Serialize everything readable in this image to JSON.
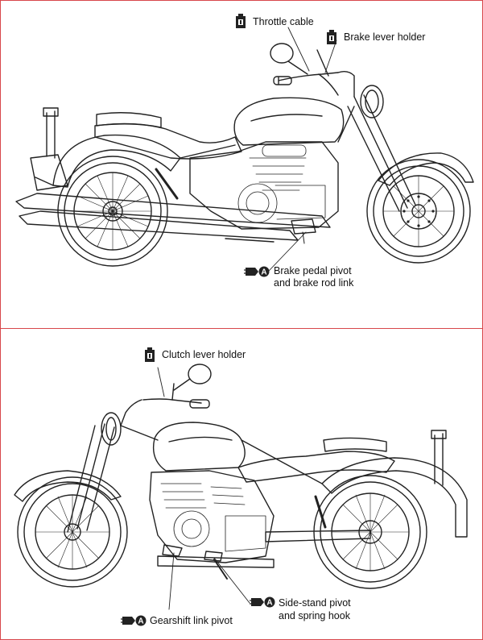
{
  "callouts": {
    "throttle_cable": "Throttle cable",
    "brake_lever_holder": "Brake lever holder",
    "brake_pedal_line1": "Brake pedal pivot",
    "brake_pedal_line2": "and brake rod link",
    "clutch_lever_holder": "Clutch lever holder",
    "side_stand_line1": "Side-stand pivot",
    "side_stand_line2": "and spring hook",
    "gearshift_link": "Gearshift link pivot"
  },
  "icons": {
    "oil_can": "oil-can-icon",
    "grease_a": "grease-gun-A-icon",
    "grease_a_letter": "A"
  },
  "colors": {
    "frame": "#d8474b",
    "line": "#222222"
  }
}
